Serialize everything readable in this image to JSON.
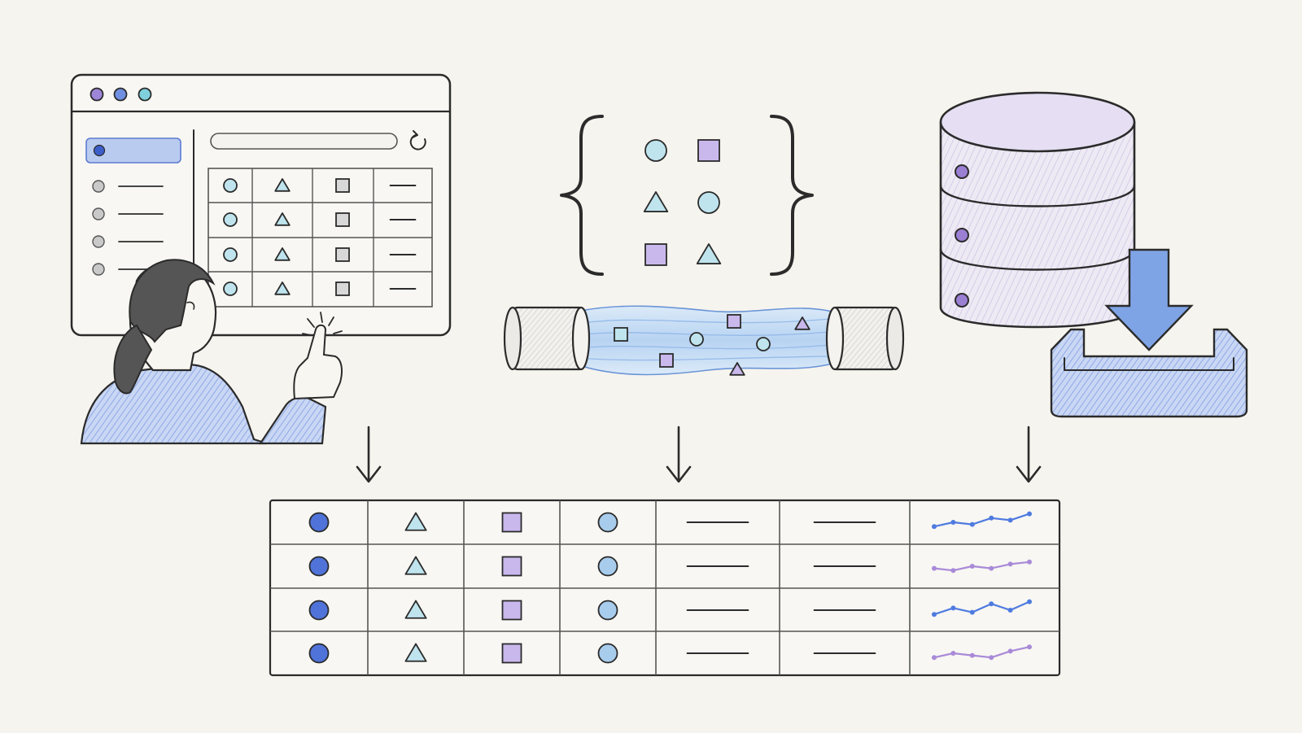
{
  "palette": {
    "paper": "#f6f4ee",
    "ink": "#2b2b2b",
    "blue_dot": "#4f73d9",
    "light_blue": "#bfe4ee",
    "purple": "#c9b8ec",
    "light_purple": "#ece6f4",
    "data_blue": "#a8ccec",
    "gray": "#bdbdbd",
    "panel_blue": "#b9cbef",
    "sparkline_blue": "#4f7be0",
    "sparkline_purple": "#a98ad8"
  },
  "ui_window": {
    "window_dot_colors": [
      "#9d85d8",
      "#6f8fe0",
      "#7fd0dc"
    ],
    "sidebar_item_count": 4,
    "table_rows": [
      [
        "circle",
        "triangle",
        "square",
        "dash"
      ],
      [
        "circle",
        "triangle",
        "square",
        "dash"
      ],
      [
        "circle",
        "triangle",
        "square",
        "dash"
      ],
      [
        "circle",
        "triangle",
        "square",
        "dash"
      ]
    ],
    "icons": [
      "refresh-icon",
      "search-bar"
    ]
  },
  "json_object": {
    "shapes": [
      [
        "circle",
        "square"
      ],
      [
        "triangle",
        "circle"
      ],
      [
        "square",
        "triangle"
      ]
    ]
  },
  "pipe": {
    "particles": [
      "square",
      "square",
      "circle",
      "square",
      "circle",
      "triangle",
      "triangle"
    ]
  },
  "database": {
    "disk_count": 3,
    "icons": [
      "database-icon",
      "download-tray-icon"
    ]
  },
  "output_table": {
    "columns": [
      "circle",
      "triangle",
      "square",
      "circle",
      "dash",
      "dash",
      "sparkline"
    ],
    "sparkline_colors": [
      "#4f7be0",
      "#a98ad8",
      "#4f7be0",
      "#a98ad8"
    ],
    "sparklines": [
      [
        0.3,
        0.5,
        0.4,
        0.7,
        0.6,
        0.9
      ],
      [
        0.4,
        0.3,
        0.5,
        0.4,
        0.6,
        0.7
      ],
      [
        0.3,
        0.6,
        0.4,
        0.8,
        0.5,
        0.9
      ],
      [
        0.3,
        0.5,
        0.4,
        0.3,
        0.6,
        0.8
      ]
    ]
  }
}
